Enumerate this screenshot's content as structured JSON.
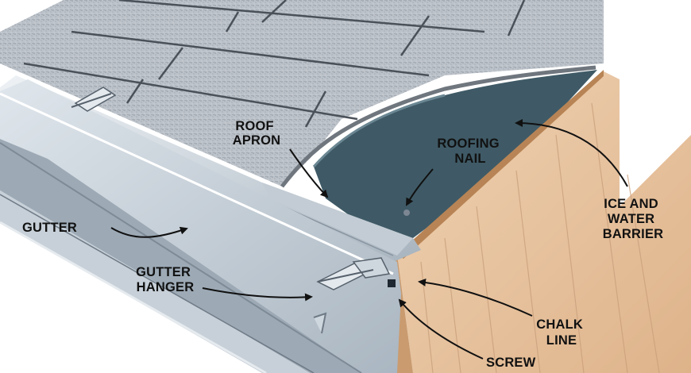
{
  "labels": {
    "roof_apron": [
      "ROOF",
      "APRON"
    ],
    "roofing_nail": [
      "ROOFING",
      "NAIL"
    ],
    "ice_and_water_barrier": [
      "ICE AND",
      "WATER",
      "BARRIER"
    ],
    "gutter": "GUTTER",
    "gutter_hanger": [
      "GUTTER",
      "HANGER"
    ],
    "chalk_line": [
      "CHALK",
      "LINE"
    ],
    "screw": "SCREW"
  },
  "colors": {
    "shingle": "#b9bfc6",
    "shingle_dark": "#8d949c",
    "barrier": "#3f5a66",
    "wood_fascia": "#e7c5a3",
    "wood_grain": "#caa07c",
    "osb": "#c99a5b",
    "metal": "#d6dde3",
    "metal_shadow": "#9aa6b1",
    "leader_line": "#111111"
  }
}
